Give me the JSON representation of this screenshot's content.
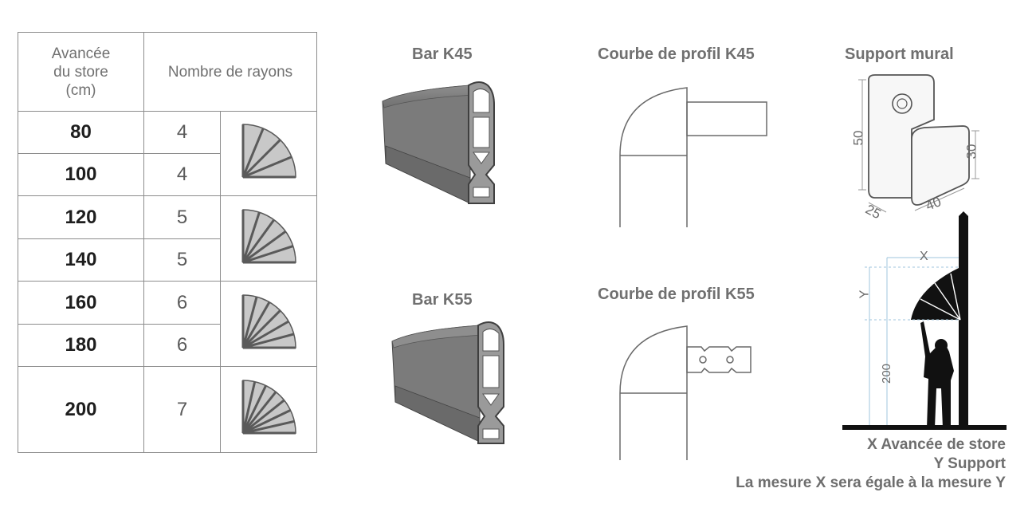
{
  "table": {
    "header_length": "Avancée\ndu store\n(cm)",
    "header_spokes": "Nombre de rayons",
    "rows": [
      {
        "length": "80",
        "spokes": "4"
      },
      {
        "length": "100",
        "spokes": "4"
      },
      {
        "length": "120",
        "spokes": "5"
      },
      {
        "length": "140",
        "spokes": "5"
      },
      {
        "length": "160",
        "spokes": "6"
      },
      {
        "length": "180",
        "spokes": "6"
      },
      {
        "length": "200",
        "spokes": "7"
      }
    ],
    "fan_spokes": [
      4,
      5,
      6,
      7
    ]
  },
  "drawings": {
    "bar_k45": "Bar K45",
    "bar_k55": "Bar K55",
    "curve_k45": "Courbe de profil K45",
    "curve_k55": "Courbe de profil K55",
    "wall_support": "Support mural"
  },
  "dimensions": {
    "height": "50",
    "depth": "30",
    "width": "40",
    "thickness": "25",
    "x_label": "X",
    "y_label": "Y",
    "mount_height": "200"
  },
  "legend": {
    "line1": "X Avancée de store",
    "line2": "Y Support",
    "line3": "La mesure X sera égale à la mesure Y"
  }
}
